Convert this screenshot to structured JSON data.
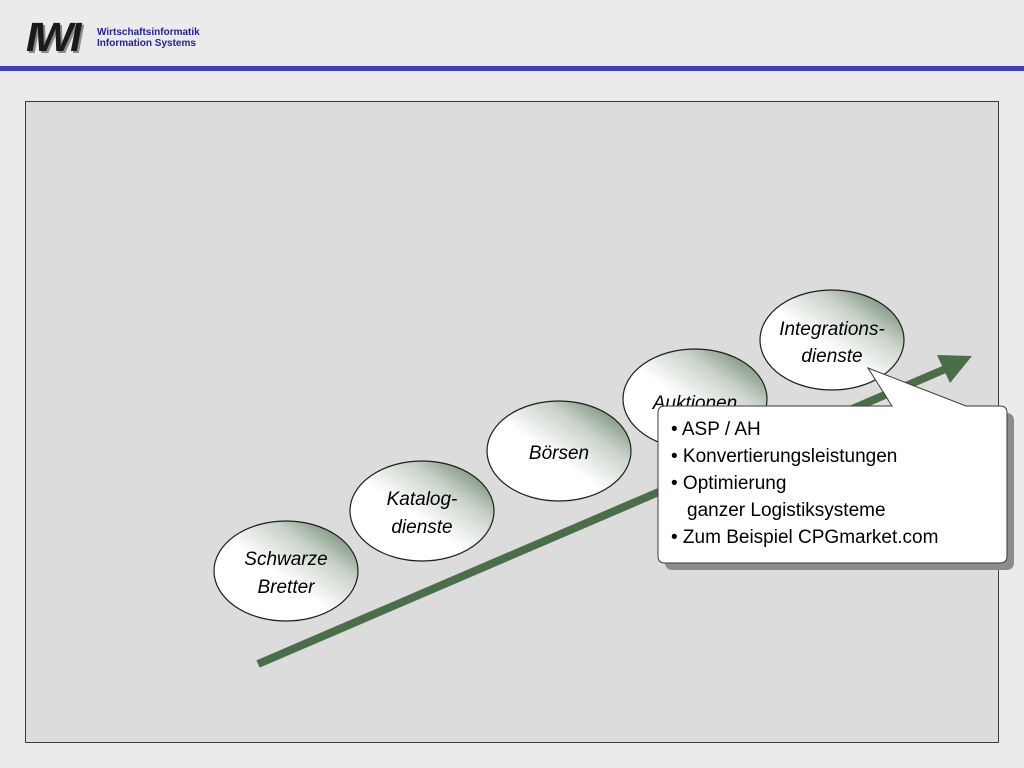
{
  "header": {
    "logo_mark": "IWI",
    "logo_line1": "Wirtschaftsinformatik",
    "logo_line2": "Information Systems"
  },
  "diagram": {
    "stages": [
      {
        "line1": "Schwarze",
        "line2": "Bretter"
      },
      {
        "line1": "Katalog-",
        "line2": "dienste"
      },
      {
        "line1": "Börsen",
        "line2": ""
      },
      {
        "line1": "Auktionen",
        "line2": ""
      },
      {
        "line1": "Integrations-",
        "line2": "dienste"
      }
    ],
    "callout": {
      "items": [
        "• ASP / AH",
        "• Konvertierungsleistungen",
        "• Optimierung",
        "ganzer Logistiksysteme",
        "• Zum Beispiel CPGmarket.com"
      ]
    },
    "colors": {
      "arrow": "#4a6e4a",
      "ellipse_dark": "#4e6e4e",
      "ellipse_light": "#ffffff",
      "header_rule": "#3c3cc0"
    }
  }
}
